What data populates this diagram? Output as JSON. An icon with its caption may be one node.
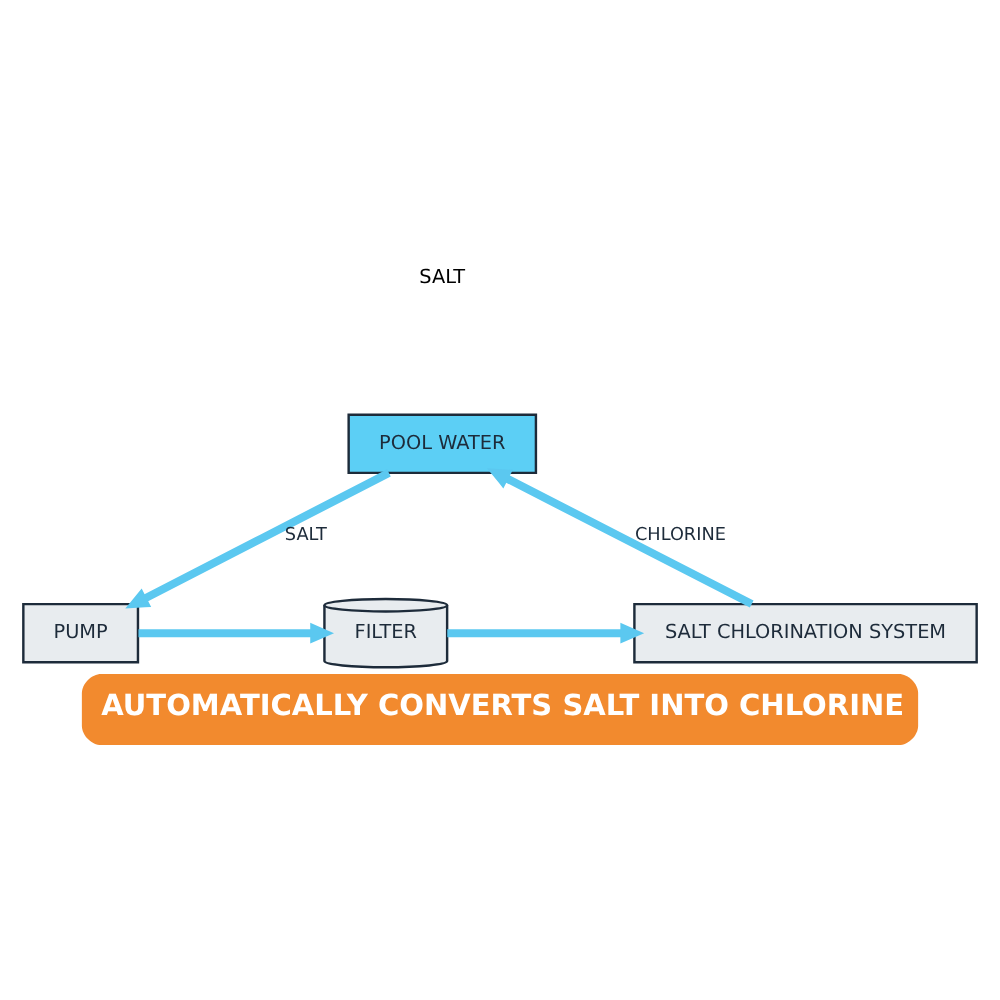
{
  "diagram": {
    "caption": "AUTOMATICALLY CONVERTS SALT INTO CHLORINE",
    "nodes": [
      {
        "text": [
          "POOL WATER"
        ]
      },
      {
        "text": [
          "PUMP"
        ]
      },
      {
        "text": [
          "FILTER"
        ]
      },
      {
        "text": [
          "SALT CHLORINATION SYSTEM"
        ]
      }
    ],
    "edges": [
      {
        "from": 0,
        "to": 1,
        "arrow": "to",
        "label": "SALT"
      },
      {
        "from": 1,
        "to": 2,
        "arrow": "to"
      },
      {
        "from": 2,
        "to": 3,
        "arrow": "to"
      },
      {
        "from": 3,
        "to": 0,
        "arrow": "to",
        "label": "CHLORINE"
      }
    ],
    "labels": [
      "SALT"
    ]
  }
}
